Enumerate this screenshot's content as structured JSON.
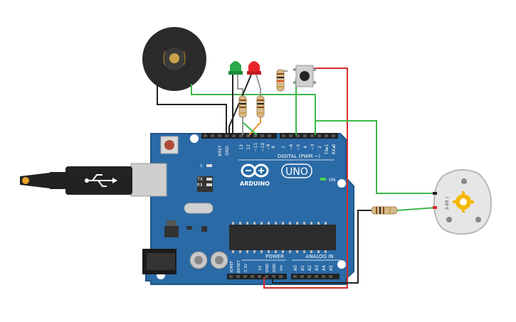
{
  "board": {
    "brand": "ARDUINO",
    "model": "UNO",
    "digital_header_label": "DIGITAL (PWM ~)",
    "power_header_label": "POWER",
    "analog_header_label": "ANALOG IN",
    "on_label": "ON",
    "led_l_label": "L",
    "led_tx_label": "TX",
    "led_rx_label": "RX",
    "digital_pins_left": [
      "AREF",
      "GND",
      "13",
      "12",
      "~11",
      "~10",
      "~9",
      "8"
    ],
    "digital_pins_right": [
      "7",
      "~6",
      "~5",
      "4",
      "~3",
      "2",
      "TX▸1",
      "RX◂0"
    ],
    "power_pins": [
      "IOREF",
      "RESET",
      "3.3V",
      "5V",
      "GND",
      "GND",
      "Vin"
    ],
    "analog_pins": [
      "A0",
      "A1",
      "A2",
      "A3",
      "A4",
      "A5"
    ]
  },
  "motor": {
    "label": "Ǝ‑BB ∤"
  },
  "colors": {
    "board": "#2a6aa6",
    "board_edge": "#1f5589",
    "wire_green": "#3cb84a",
    "wire_red": "#d92b2b",
    "wire_black": "#222222",
    "wire_orange": "#e8912a",
    "led_green": "#2aa84a",
    "led_red": "#e8242a"
  }
}
